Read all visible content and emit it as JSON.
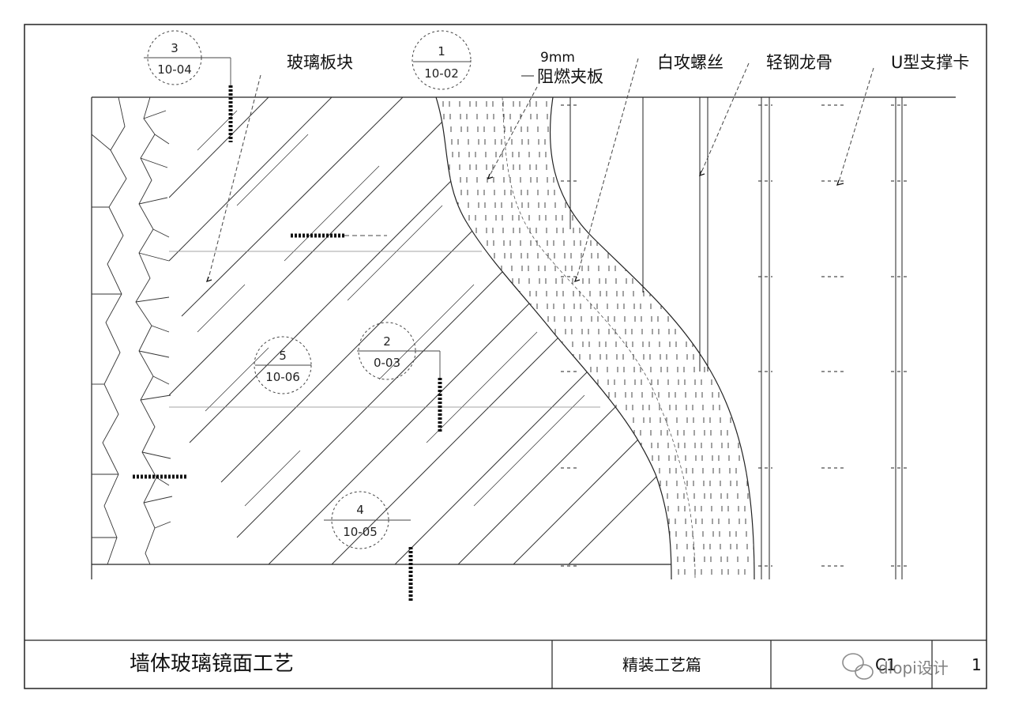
{
  "title_block": {
    "drawing_title": "墙体玻璃镜面工艺",
    "section": "精装工艺篇",
    "sheet_code": "C1",
    "page": "1"
  },
  "watermark": {
    "text": "dlopi设计",
    "icon": "wechat-icon"
  },
  "labels": {
    "glass_panel": "玻璃板块",
    "board_thickness": "9mm",
    "board": "阻燃夹板",
    "screw": "白攻螺丝",
    "keel": "轻钢龙骨",
    "u_clip": "U型支撑卡"
  },
  "section_bubbles": [
    {
      "num": "3",
      "ref": "10-04"
    },
    {
      "num": "1",
      "ref": "10-02"
    },
    {
      "num": "2",
      "ref": "0-03"
    },
    {
      "num": "5",
      "ref": "10-06"
    },
    {
      "num": "4",
      "ref": "10-05"
    }
  ],
  "colors": {
    "line": "#1a1a1a",
    "thin": "#555555",
    "paper": "#ffffff"
  }
}
